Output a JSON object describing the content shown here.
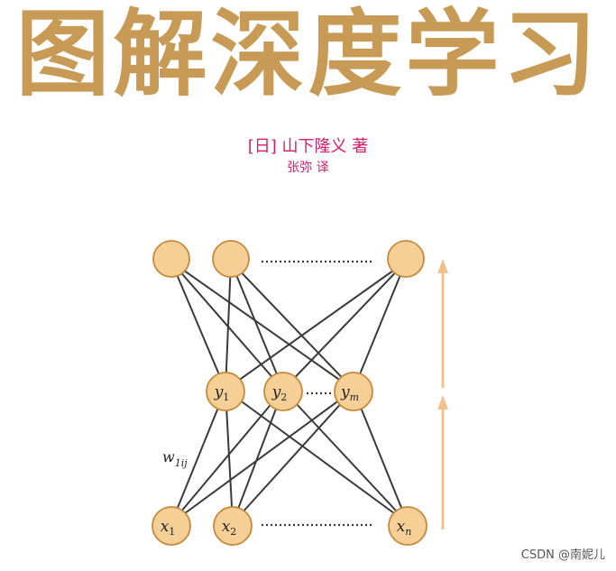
{
  "title": "图解深度学习",
  "author": {
    "line1": "[日] 山下隆义  著",
    "line2": "张弥 译"
  },
  "diagram": {
    "inputs": [
      "x",
      "x",
      "x"
    ],
    "input_subs": [
      "1",
      "2",
      "n"
    ],
    "hidden": [
      "y",
      "y",
      "y"
    ],
    "hidden_subs": [
      "1",
      "2",
      "m"
    ],
    "weight_label": "w",
    "weight_sub": "1ij",
    "colors": {
      "node_fill": "#f6cf97",
      "node_stroke": "#c48a3c",
      "line": "#3a3a3a",
      "arrow": "#f2c08a"
    }
  },
  "watermark": "CSDN @南妮儿"
}
